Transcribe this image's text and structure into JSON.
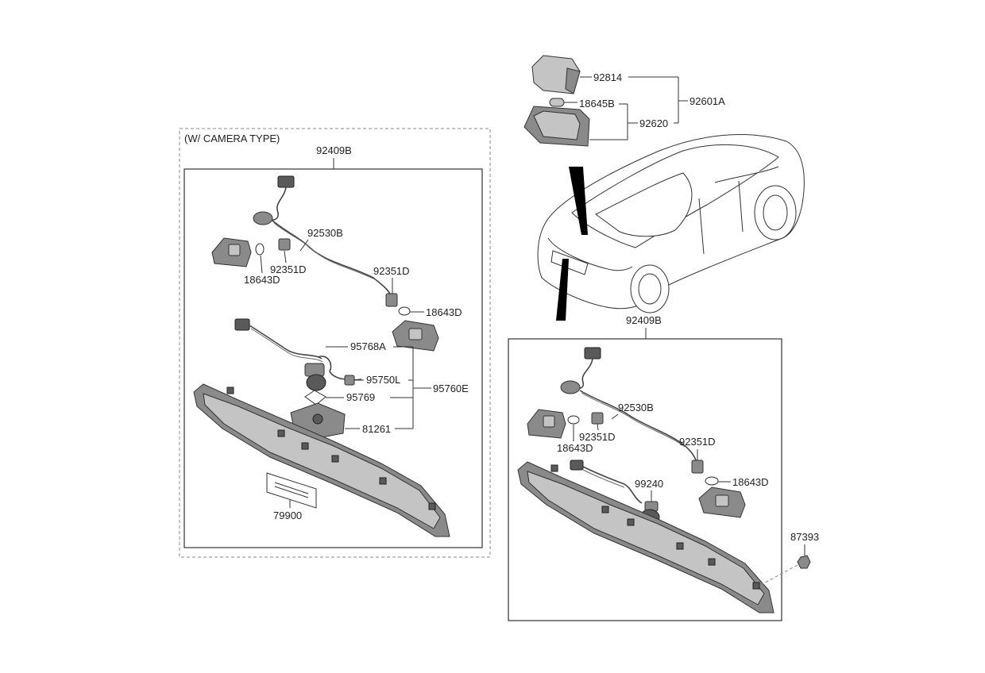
{
  "variant_label": "(W/ CAMERA TYPE)",
  "left_panel": {
    "assembly": "92409B",
    "wiring": "92530B",
    "socket_left": "92351D",
    "bulb_left": "18643D",
    "socket_right": "92351D",
    "bulb_right": "18643D",
    "camera_bracket": "95768A",
    "camera_harness": "95750L",
    "camera_assembly": "95760E",
    "gasket": "95769",
    "camera_cover": "81261",
    "label_plate": "79900"
  },
  "top_part": {
    "lens": "92814",
    "bulb": "18645B",
    "housing": "92620",
    "lamp_assembly": "92601A"
  },
  "right_panel": {
    "assembly": "92409B",
    "wiring": "92530B",
    "socket_left": "92351D",
    "bulb_left": "18643D",
    "socket_right": "92351D",
    "bulb_right": "18643D",
    "camera": "99240",
    "clip": "87393"
  }
}
